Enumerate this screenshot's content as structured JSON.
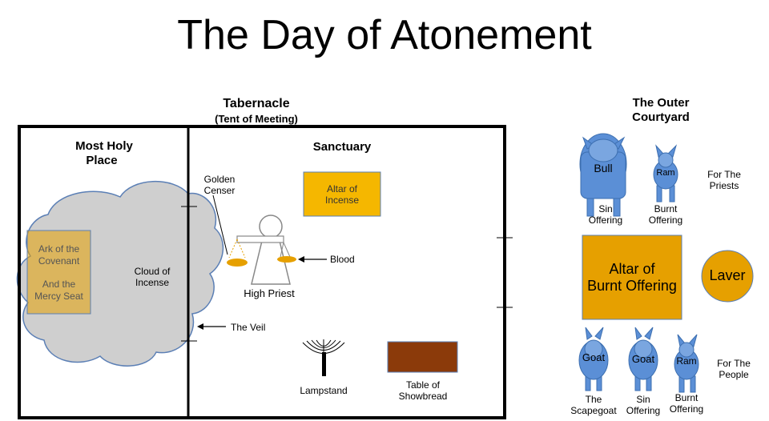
{
  "title": "The Day of Atonement",
  "tabernacle": {
    "title": "Tabernacle",
    "subtitle": "(Tent of Meeting)"
  },
  "most_holy_place": {
    "line1": "Most Holy",
    "line2": "Place"
  },
  "sanctuary": {
    "title": "Sanctuary"
  },
  "ark": {
    "line1": "Ark of the",
    "line2": "Covenant",
    "line3": "And the",
    "line4": "Mercy Seat"
  },
  "cloud": {
    "line1": "Cloud of",
    "line2": "Incense"
  },
  "golden_censer": {
    "line1": "Golden",
    "line2": "Censer"
  },
  "altar_of_incense": {
    "line1": "Altar of",
    "line2": "Incense"
  },
  "blood": "Blood",
  "high_priest": "High Priest",
  "veil": "The Veil",
  "lampstand": "Lampstand",
  "showbread": {
    "line1": "Table of",
    "line2": "Showbread"
  },
  "outer_courtyard": {
    "line1": "The Outer",
    "line2": "Courtyard"
  },
  "priests_offerings": {
    "bull": "Bull",
    "ram": "Ram",
    "sin_offering": {
      "line1": "Sin",
      "line2": "Offering"
    },
    "burnt_offering": {
      "line1": "Burnt",
      "line2": "Offering"
    },
    "for_label": {
      "line1": "For The",
      "line2": "Priests"
    }
  },
  "altar_of_burnt_offering": {
    "line1": "Altar of",
    "line2": "Burnt Offering"
  },
  "laver": "Laver",
  "people_offerings": {
    "goat1": "Goat",
    "goat2": "Goat",
    "ram": "Ram",
    "scapegoat": {
      "line1": "The",
      "line2": "Scapegoat"
    },
    "sin_offering": {
      "line1": "Sin",
      "line2": "Offering"
    },
    "burnt_offering": {
      "line1": "Burnt",
      "line2": "Offering"
    },
    "for_label": {
      "line1": "For The",
      "line2": "People"
    }
  },
  "colors": {
    "gold": "#e6a000",
    "gold_light": "#f5b700",
    "blue": "#5b8fd6",
    "cloud": "#cfcfcf",
    "table": "#8b3a0a"
  }
}
